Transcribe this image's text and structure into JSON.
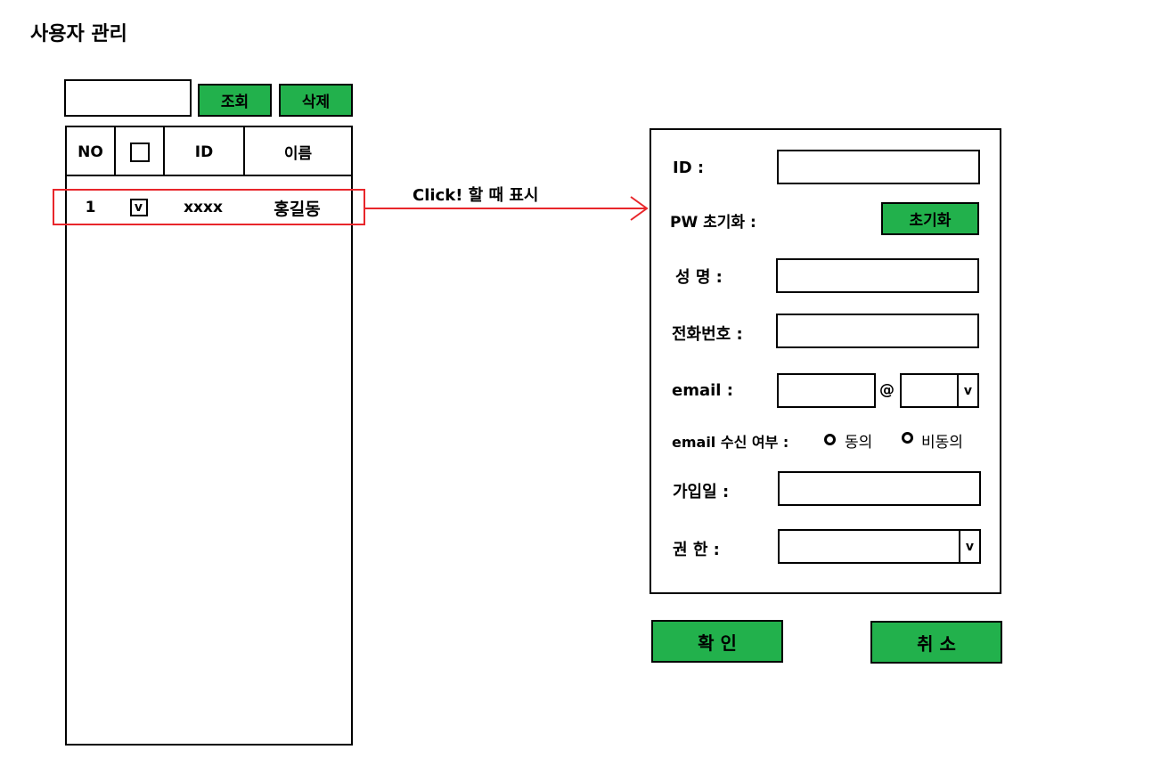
{
  "page": {
    "title": "사용자 관리"
  },
  "toolbar": {
    "search_value": "",
    "search_label": "조회",
    "delete_label": "삭제"
  },
  "table": {
    "headers": {
      "no": "NO",
      "id": "ID",
      "name": "이름"
    },
    "rows": [
      {
        "no": "1",
        "checked_mark": "v",
        "id": "xxxx",
        "name": "홍길동"
      }
    ]
  },
  "annotation": {
    "text": "Click! 할 때 표시",
    "color": "#e8262b"
  },
  "form": {
    "id_label": "ID :",
    "pw_label": "PW 초기화 :",
    "pw_button": "초기화",
    "name_label": "성 명 :",
    "phone_label": "전화번호 :",
    "email_label": "email :",
    "email_at": "@",
    "email_domain_arrow": "v",
    "email_consent_label": "email 수신 여부 :",
    "consent_agree": "동의",
    "consent_disagree": "비동의",
    "join_date_label": "가입일 :",
    "role_label": "권 한 :",
    "role_arrow": "v"
  },
  "actions": {
    "confirm": "확 인",
    "cancel": "취 소"
  },
  "colors": {
    "button_green": "#22b14c",
    "highlight_red": "#e8262b"
  }
}
